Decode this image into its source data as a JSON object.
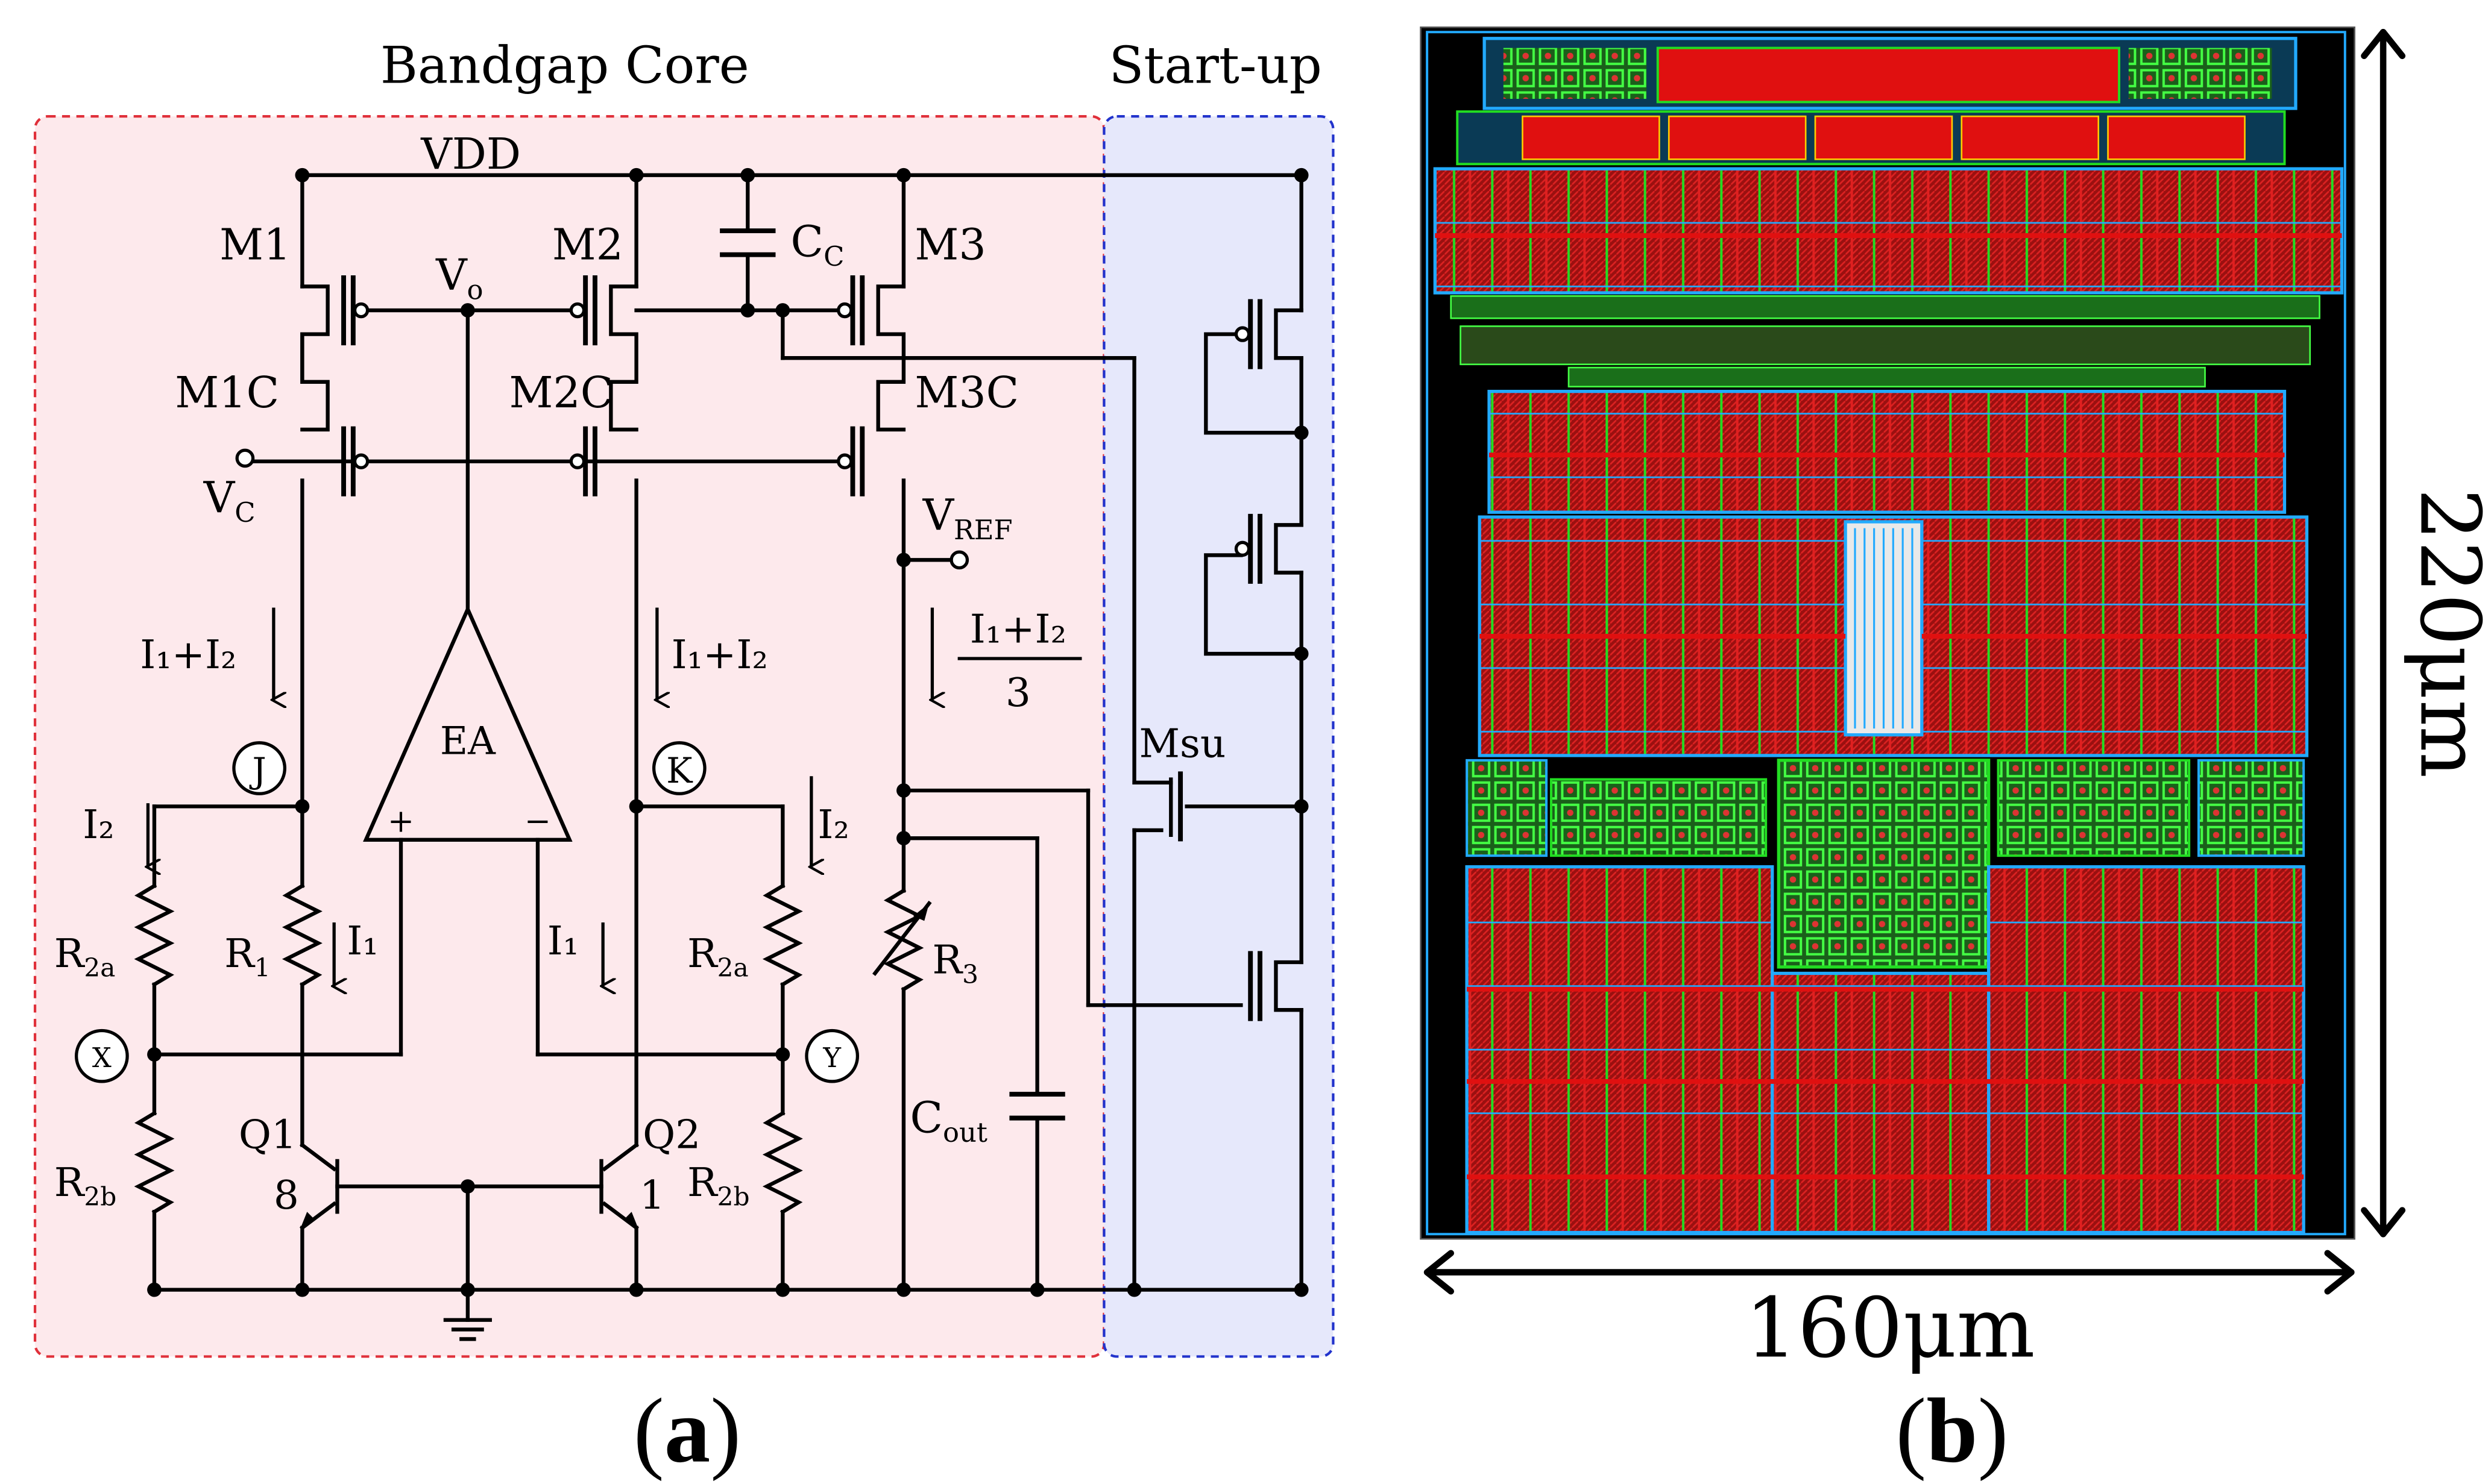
{
  "panel_a": {
    "caption_open": "(",
    "caption_letter": "a",
    "caption_close": ")",
    "core_title": "Bandgap Core",
    "startup_title": "Start-up",
    "vdd": "VDD",
    "transistors": {
      "m1": "M1",
      "m2": "M2",
      "m3": "M3",
      "m1c": "M1C",
      "m2c": "M2C",
      "m3c": "M3C",
      "msu": "Msu"
    },
    "nodes": {
      "vo": "V",
      "vo_sub": "o",
      "vc": "V",
      "vc_sub": "C",
      "vref": "V",
      "vref_sub": "REF"
    },
    "cap_cc": "C",
    "cap_cc_sub": "C",
    "cap_out": "C",
    "cap_out_sub": "out",
    "amp": "EA",
    "amp_plus": "+",
    "amp_minus": "−",
    "currents": {
      "left_i1pi2": "I₁+I₂",
      "right_i1pi2": "I₁+I₂",
      "frac_num": "I₁+I₂",
      "frac_den": "3",
      "i2_left": "I₂",
      "i2_right": "I₂",
      "i1_left": "I₁",
      "i1_right": "I₁"
    },
    "resistors": {
      "r2a_left": "R",
      "r2a_left_sub": "2a",
      "r1": "R",
      "r1_sub": "1",
      "r2a_right": "R",
      "r2a_right_sub": "2a",
      "r3": "R",
      "r3_sub": "3",
      "r2b_left": "R",
      "r2b_left_sub": "2b",
      "r2b_right": "R",
      "r2b_right_sub": "2b"
    },
    "bjts": {
      "q1": "Q1",
      "q1_ratio": "8",
      "q2": "Q2",
      "q2_ratio": "1"
    },
    "circled": {
      "j": "J",
      "k": "K",
      "x": "X",
      "y": "Y"
    },
    "colors": {
      "core_fill": "#fde9ec",
      "core_border": "#e0303a",
      "startup_fill": "#e6e8fb",
      "startup_border": "#2233cc"
    }
  },
  "panel_b": {
    "caption_open": "(",
    "caption_letter": "b",
    "caption_close": ")",
    "width_label": "160μm",
    "height_label": "220μm",
    "colors": {
      "metal_red": "#e01010",
      "metal_green": "#22dd22",
      "metal_blue": "#22aaff",
      "background": "#000000"
    }
  }
}
